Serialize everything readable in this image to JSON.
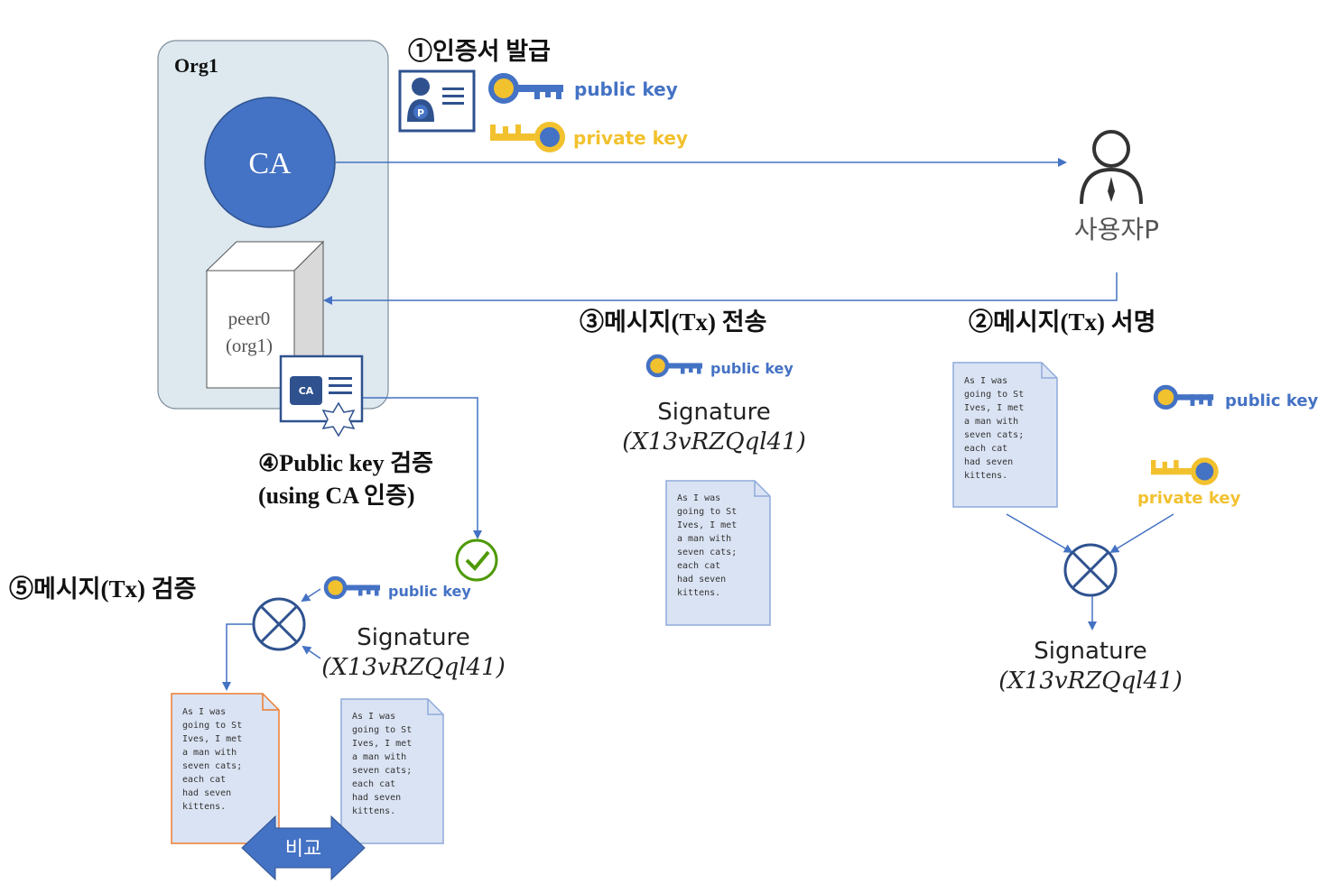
{
  "org": {
    "label": "Org1",
    "ca_label": "CA",
    "peer_label": [
      "peer0",
      "(org1)"
    ],
    "cert_badge": "CA"
  },
  "colors": {
    "blue": "#4472c4",
    "dark_blue": "#2f528f",
    "gold": "#f2c12e",
    "org_bg": "#dde8ef",
    "doc_bg": "#dae3f3"
  },
  "step1": {
    "title": "①인증서 발급",
    "public_key": "public key",
    "private_key": "private key"
  },
  "user": {
    "label": "사용자P"
  },
  "step2": {
    "title": "②메시지(Tx) 서명",
    "public_key": "public key",
    "private_key": "private key"
  },
  "step3": {
    "title": "③메시지(Tx) 전송",
    "public_key": "public key"
  },
  "step4": {
    "title": [
      "④Public key 검증",
      "(using CA 인증)"
    ]
  },
  "step5": {
    "title": "⑤메시지(Tx) 검증",
    "public_key": "public key",
    "compare": "비교"
  },
  "signature": {
    "label": "Signature",
    "value": "(X13vRZQql41)"
  },
  "document": {
    "lines": [
      "As I was",
      "going to St",
      "Ives, I met",
      "a man with",
      "seven cats;",
      "each cat",
      "had seven",
      "kittens."
    ]
  },
  "icons": [
    "id-card-icon",
    "key-icon",
    "user-icon",
    "xor-icon",
    "check-icon",
    "cert-icon",
    "double-arrow-icon"
  ]
}
